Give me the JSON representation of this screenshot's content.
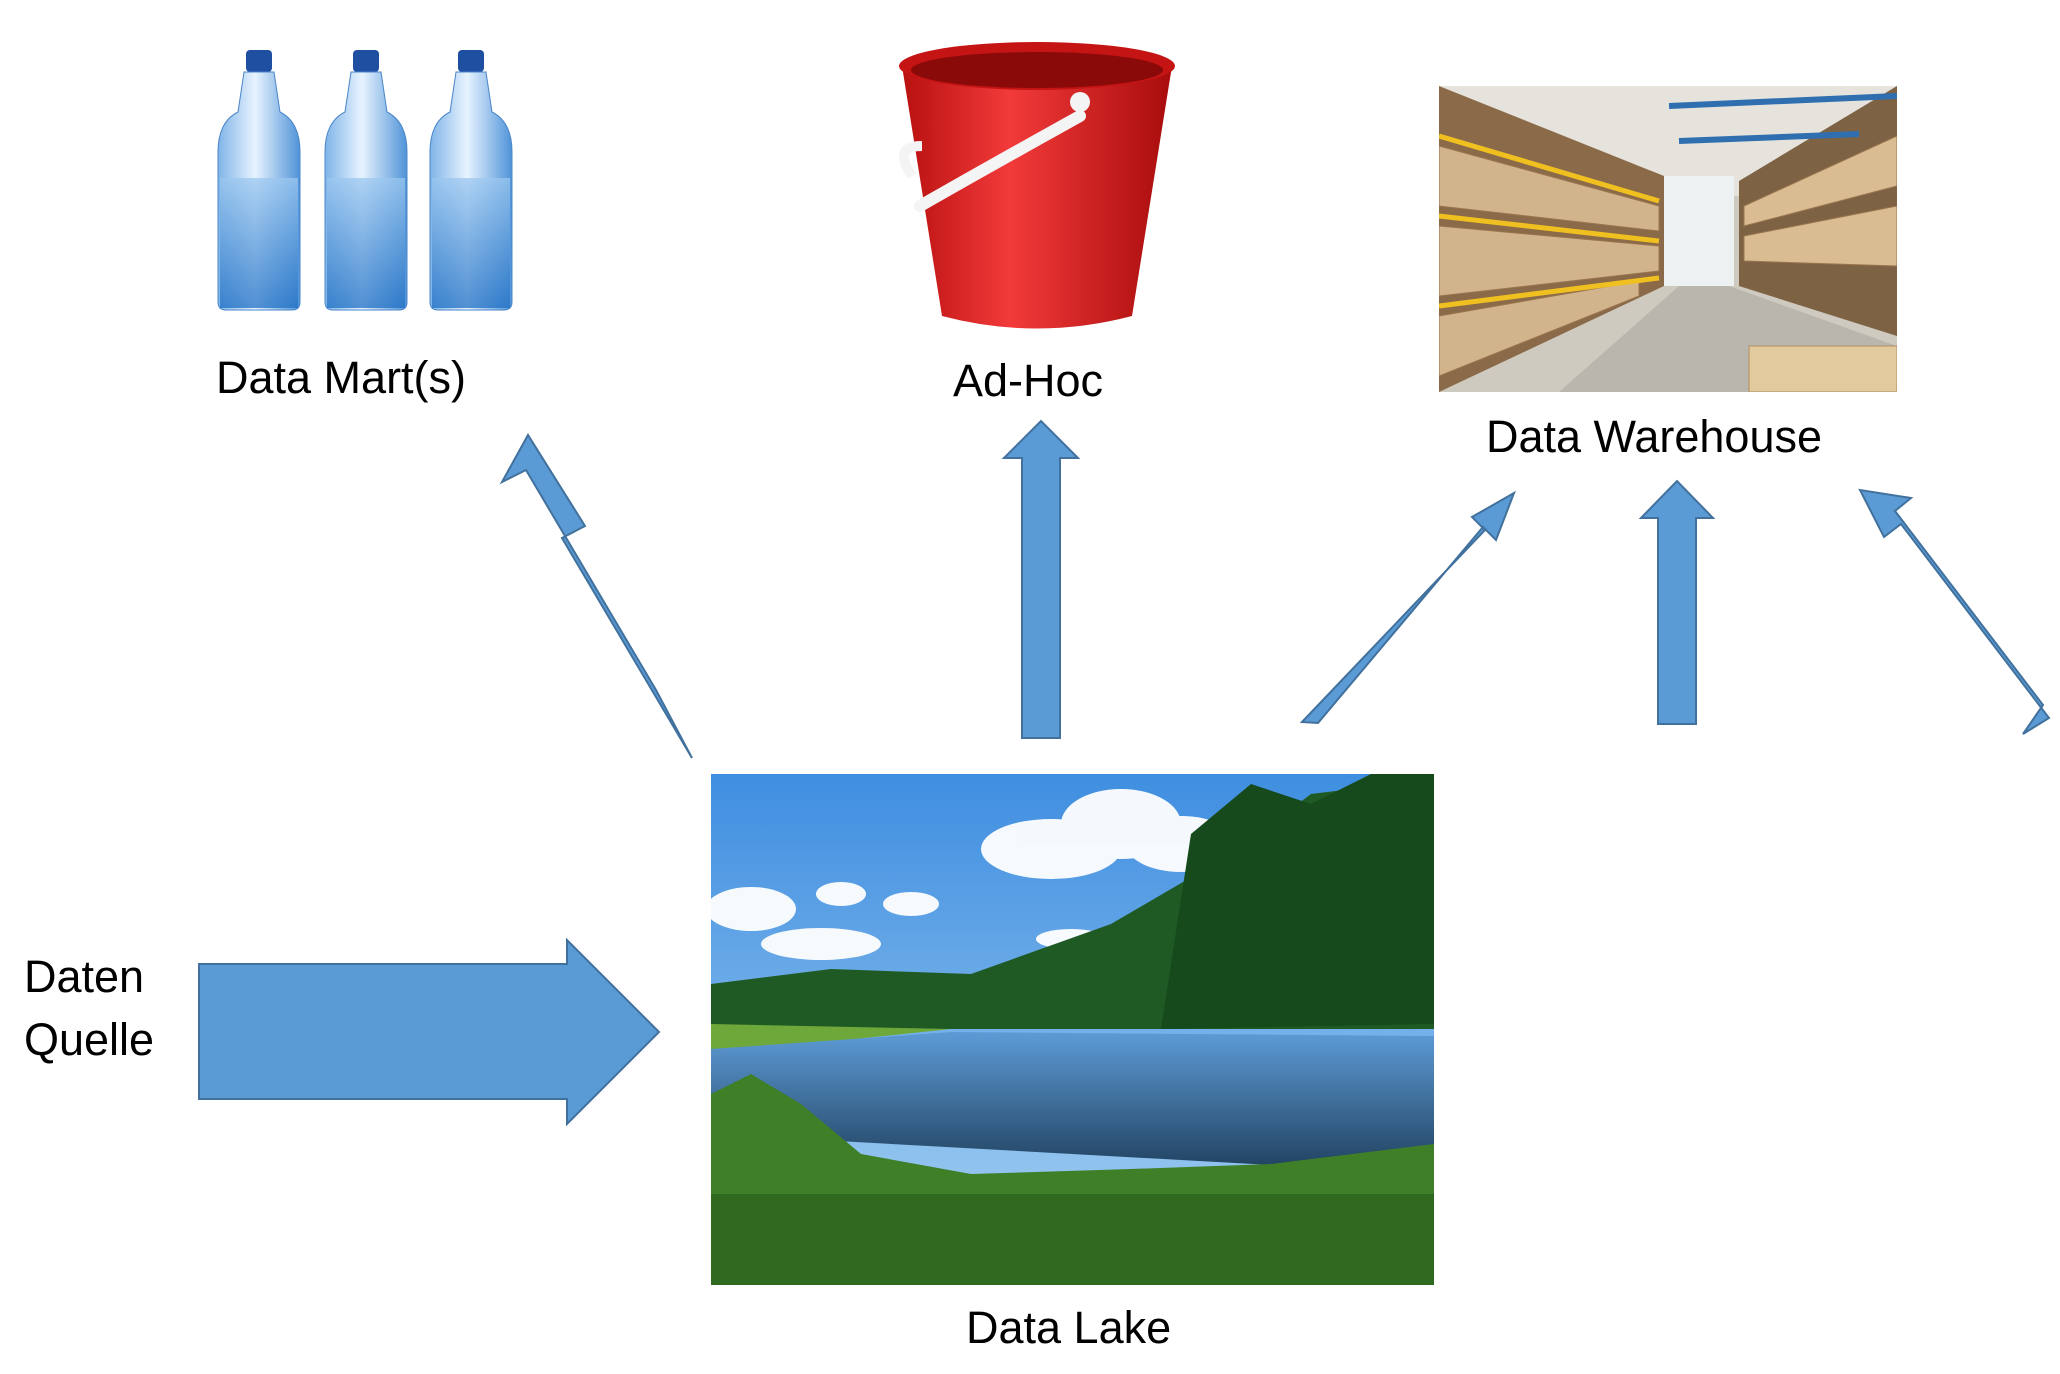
{
  "labels": {
    "data_marts": "Data Mart(s)",
    "ad_hoc": "Ad-Hoc",
    "data_warehouse": "Data Warehouse",
    "data_lake": "Data Lake",
    "source_line1": "Daten",
    "source_line2": "Quelle"
  },
  "pictures": {
    "data_marts": "bottles-icon",
    "ad_hoc": "bucket-icon",
    "data_warehouse": "warehouse-photo",
    "data_lake": "lake-photo"
  },
  "colors": {
    "arrow_fill": "#5b9bd5",
    "arrow_stroke": "#41719c",
    "bucket": "#e02020",
    "water_blue": "#2f7fd0"
  }
}
